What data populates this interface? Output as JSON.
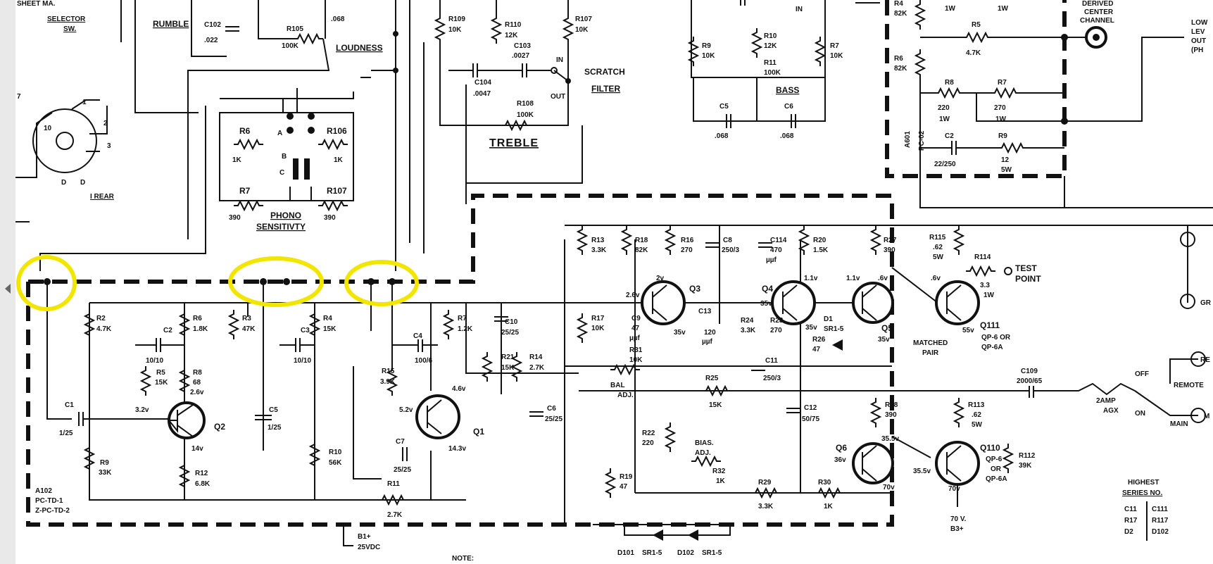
{
  "viewer": {
    "prev_icon": "chevron-left-icon"
  },
  "colors": {
    "highlight": "#f2e600",
    "ink": "#111111",
    "gutter": "#e9e9e9"
  },
  "labels": {
    "selector_a": "SHEET MA.",
    "selector_b": "SELECTOR",
    "selector_c": "SW.",
    "rumble": "RUMBLE",
    "c102": "C102",
    "c102_val": ".022",
    "c106_val": ".068",
    "r105": "R105",
    "r105_val": "100K",
    "loudness": "LOUDNESS",
    "r109": "R109",
    "r109_val": "10K",
    "r110": "R110",
    "r110_val": "12K",
    "c103": "C103",
    "c103_val": ".0027",
    "r107": "R107",
    "r107_val": "10K",
    "sw_in": "IN",
    "sw_out": "OUT",
    "scratch": "SCRATCH",
    "filter": "FILTER",
    "c104": "C104",
    "c104_val": ".0047",
    "r108": "R108",
    "r108_val": "100K",
    "treble": "TREBLE",
    "rear": "I REAR",
    "r6": "R6",
    "r6_val": "1K",
    "r106": "R106",
    "r106_val": "1K",
    "r7": "R7",
    "r7_val": "390",
    "r107b": "R107",
    "r107b_val": "390",
    "phono": "PHONO",
    "sensitivity": "SENSITIVTY",
    "pin_a": "A",
    "pin_b": "B",
    "pin_c": "C",
    "r9": "R9",
    "r9_val": "10K",
    "r10": "R10",
    "r10_val": "12K",
    "r11": "R11",
    "r11_val": "100K",
    "bass": "BASS",
    "r7t": "R7",
    "r7t_val": "10K",
    "c5t": "C5",
    "c5t_val": ".068",
    "c6t": "C6",
    "c6t_val": ".068",
    "in_top": "IN",
    "r4t": "R4",
    "r4t_val": "82K",
    "r5t": "R5",
    "r5t_val": "4.7K",
    "r6t": "R6",
    "r6t_val": "82K",
    "r8t": "R8",
    "r8t_val": "220",
    "r8t_w": "1W",
    "r7tt": "R7",
    "r7tt_val": "270",
    "r7tt_w": "1W",
    "c2t": "C2",
    "c2t_val": "22/250",
    "r9t": "R9",
    "r9t_val": "12",
    "r9t_w": "5W",
    "a601": "A601",
    "pc02": "PC-02",
    "w1": "1W",
    "w2": "1W",
    "derived": "DERIVED",
    "center": "CENTER",
    "channel": "CHANNEL",
    "low1": "LOW",
    "low2": "LEV",
    "low3": "OUT",
    "low4": "(PH",
    "r2": "R2",
    "r2_val": "4.7K",
    "c2": "C2",
    "c2_val": "10/10",
    "r6b": "R6",
    "r6b_val": "1.8K",
    "r3": "R3",
    "r3_val": "47K",
    "c3": "C3",
    "c3_val": "10/10",
    "r4": "R4",
    "r4_val": "15K",
    "c4": "C4",
    "c4_val": "100/6",
    "r7b": "R7",
    "r7b_val": "1.2K",
    "c10": "C10",
    "c10_val": "25/25",
    "r5": "R5",
    "r5_val": "15K",
    "r8": "R8",
    "r8_val": "68",
    "v26": "2.6v",
    "c1": "C1",
    "c1_val": "1/25",
    "v32": "3.2v",
    "q2": "Q2",
    "v14": "14v",
    "c5": "C5",
    "c5_val": "1/25",
    "r15": "R15",
    "r15_val": "3.9K",
    "v46": "4.6v",
    "v52": "5.2v",
    "q1": "Q1",
    "v143": "14.3v",
    "r21": "R21",
    "r21_val": "15K",
    "r14": "R14",
    "r14_val": "2.7K",
    "c6": "C6",
    "c6_val": "25/25",
    "r9b": "R9",
    "r9b_val": "33K",
    "r12": "R12",
    "r12_val": "6.8K",
    "r10b": "R10",
    "r10b_val": "56K",
    "c7": "C7",
    "c7_val": "25/25",
    "r11b": "R11",
    "r11b_val": "2.7K",
    "a102": "A102",
    "pctd1": "PC-TD-1",
    "pctd2": "Z-PC-TD-2",
    "b1": "B1+",
    "vdc": "25VDC",
    "note": "NOTE:",
    "r13": "R13",
    "r13_val": "3.3K",
    "r18": "R18",
    "r18_val": "82K",
    "r16": "R16",
    "r16_val": "270",
    "c8": "C8",
    "c8_val": "250/3",
    "c114": "C114",
    "c114_val": "470",
    "c114_unit": "µµf",
    "r20": "R20",
    "r20_val": "1.5K",
    "r27": "R27",
    "r27_val": "390",
    "r115": "R115",
    "r115_val": ".62",
    "r115_w": "5W",
    "r114": "R114",
    "r114_val": "3.3",
    "r114_w": "1W",
    "test": "TEST",
    "point": "POINT",
    "q3": "Q3",
    "v2": "2v",
    "v26b": "2.6v",
    "q4": "Q4",
    "v11": "1.1v",
    "v11b": "1.1v",
    "v6": ".6v",
    "v6b": ".6v",
    "r17": "R17",
    "r17_val": "10K",
    "c9": "C9",
    "c9_val": "47",
    "c9_unit": "µµf",
    "c13": "C13",
    "c13_val": "120",
    "c13_unit": "µµf",
    "r24": "R24",
    "r24_val": "3.3K",
    "r23": "R23",
    "r23_val": "270",
    "v35": "35v",
    "v35b": "35v",
    "v35c": "35v",
    "v35d": "35v",
    "v55": "55v",
    "v35e": "35v",
    "d1": "D1",
    "d1_val": "SR1-5",
    "q5": "Q5",
    "q111": "Q111",
    "q111a": "QP-6 OR",
    "q111b": "QP-6A",
    "matched": "MATCHED",
    "pair": "PAIR",
    "r31": "R31",
    "r31_val": "10K",
    "bal": "BAL",
    "adj": "ADJ.",
    "r25": "R25",
    "r25_val": "15K",
    "c11": "C11",
    "c11_val": "250/3",
    "r26": "R26",
    "r26_val": "47",
    "c109": "C109",
    "c109_val": "2000/65",
    "amp": "2AMP",
    "agx": "AGX",
    "off": "OFF",
    "on": "ON",
    "remote": "REMOTE",
    "main": "MAIN",
    "gr": "GR",
    "re": "RE",
    "m": "M",
    "c12": "C12",
    "c12_val": "50/75",
    "r28": "R28",
    "r28_val": "390",
    "r113": "R113",
    "r113_val": ".62",
    "r113_w": "5W",
    "r22": "R22",
    "r22_val": "220",
    "bias": "BIAS.",
    "adj2": "ADJ.",
    "r32": "R32",
    "r32_val": "1K",
    "q6": "Q6",
    "v36": "36v",
    "v355": "35.5v",
    "v355b": "35.5v",
    "v70": "70v",
    "v70b": "70v",
    "q110": "Q110",
    "q110a": "QP-6",
    "q110b": "OR",
    "q110c": "QP-6A",
    "r112": "R112",
    "r112_val": "39K",
    "r19": "R19",
    "r19_val": "47",
    "r29": "R29",
    "r29_val": "3.3K",
    "r30": "R30",
    "r30_val": "1K",
    "v70c": "70 V.",
    "b2": "B3+",
    "d101": "D101",
    "d101_val": "SR1-5",
    "d102": "D102",
    "d102_val": "SR1-5",
    "highest": "HIGHEST",
    "series": "SERIES NO.",
    "t1a": "C11",
    "t1b": "C111",
    "t2a": "R17",
    "t2b": "R117",
    "t3a": "D2",
    "t3b": "D102"
  }
}
